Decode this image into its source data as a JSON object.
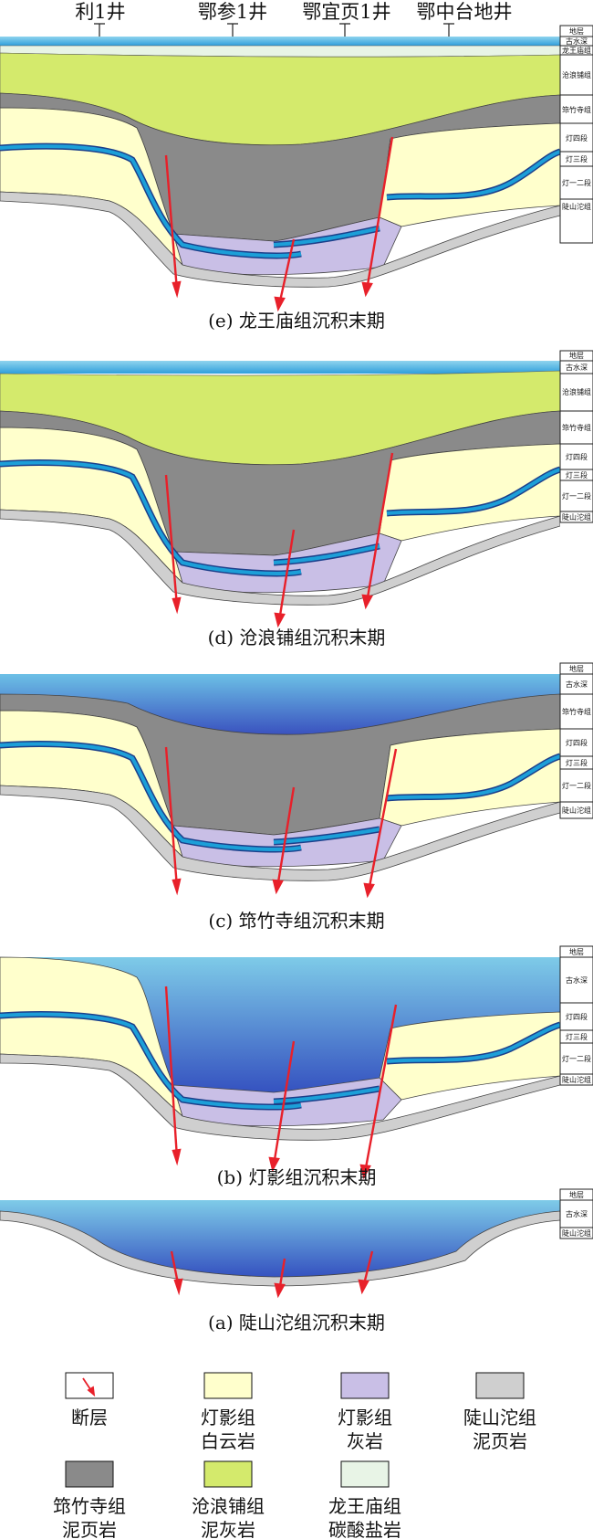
{
  "wells": [
    "利1井",
    "鄂参1井",
    "鄂宜页1井",
    "鄂中台地井"
  ],
  "stratum_header": "地层",
  "panels": [
    {
      "caption": "(e)  龙王庙组沉积末期",
      "strata": [
        "古水深",
        "龙王庙组",
        "沧浪铺组",
        "筇竹寺组",
        "灯四段",
        "灯三段",
        "灯一二段",
        "陡山沱组"
      ]
    },
    {
      "caption": "(d)  沧浪铺组沉积末期",
      "strata": [
        "古水深",
        "沧浪铺组",
        "筇竹寺组",
        "灯四段",
        "灯三段",
        "灯一二段",
        "陡山沱组"
      ]
    },
    {
      "caption": "(c)  筇竹寺组沉积末期",
      "strata": [
        "古水深",
        "筇竹寺组",
        "灯四段",
        "灯三段",
        "灯一二段",
        "陡山沱组"
      ]
    },
    {
      "caption": "(b)  灯影组沉积末期",
      "strata": [
        "古水深",
        "灯四段",
        "灯三段",
        "灯一二段",
        "陡山沱组"
      ]
    },
    {
      "caption": "(a)  陡山沱组沉积末期",
      "strata": [
        "古水深",
        "陡山沱组"
      ]
    }
  ],
  "legend": [
    {
      "line1": "断层",
      "line2": "",
      "swatch": "fault"
    },
    {
      "line1": "灯影组",
      "line2": "白云岩",
      "swatch": "#ffffcc"
    },
    {
      "line1": "灯影组",
      "line2": "灰岩",
      "swatch": "#c9bfe6"
    },
    {
      "line1": "陡山沱组",
      "line2": "泥页岩",
      "swatch": "#cfcfcf"
    },
    {
      "line1": "筇竹寺组",
      "line2": "泥页岩",
      "swatch": "#8a8a8a"
    },
    {
      "line1": "沧浪铺组",
      "line2": "泥灰岩",
      "swatch": "#d4ea6c"
    },
    {
      "line1": "龙王庙组",
      "line2": "碳酸盐岩",
      "swatch": "#e8f4e6"
    }
  ],
  "colors": {
    "water_top": "#7ecbe8",
    "water_deep": "#3552c0",
    "dolomite": "#ffffcc",
    "limestone": "#c9bfe6",
    "shale_dsh": "#cfcfcf",
    "shale_qzs": "#8a8a8a",
    "marl": "#d4ea6c",
    "carbonate": "#e8f4e6",
    "blue_marker": "#1c9fd8",
    "fault": "#e8202a"
  }
}
